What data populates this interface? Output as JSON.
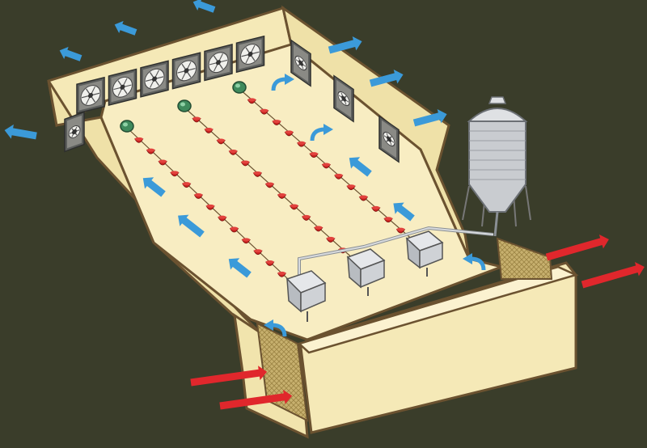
{
  "colors": {
    "background": "#3a3d2a",
    "building_wall": "#f5e9b7",
    "building_floor": "#f8edc2",
    "outline": "#6b5230",
    "fan_frame": "#8a8a85",
    "fan_blade": "#e8e8e4",
    "exhaust_airflow": "#3b9ad9",
    "intake_airflow": "#e0272c",
    "feeder_pan": "#c9221f",
    "silo": "#c9ccd0",
    "cooling_pad": "#c2ac6a"
  },
  "icons": {
    "exhaust_fan": "fan-icon",
    "airflow_out": "arrow-blue-icon",
    "airflow_in": "arrow-red-icon",
    "feed_pan": "feeder-pan-icon",
    "feed_silo": "silo-icon",
    "feed_hopper": "hopper-icon",
    "feed_motor": "motor-icon",
    "cooling_pad": "cooling-pad-icon"
  },
  "counts": {
    "back_wall_fans": 6,
    "side_wall_fans": 3,
    "front_wall_fans": 1,
    "feeder_lines": 3
  }
}
